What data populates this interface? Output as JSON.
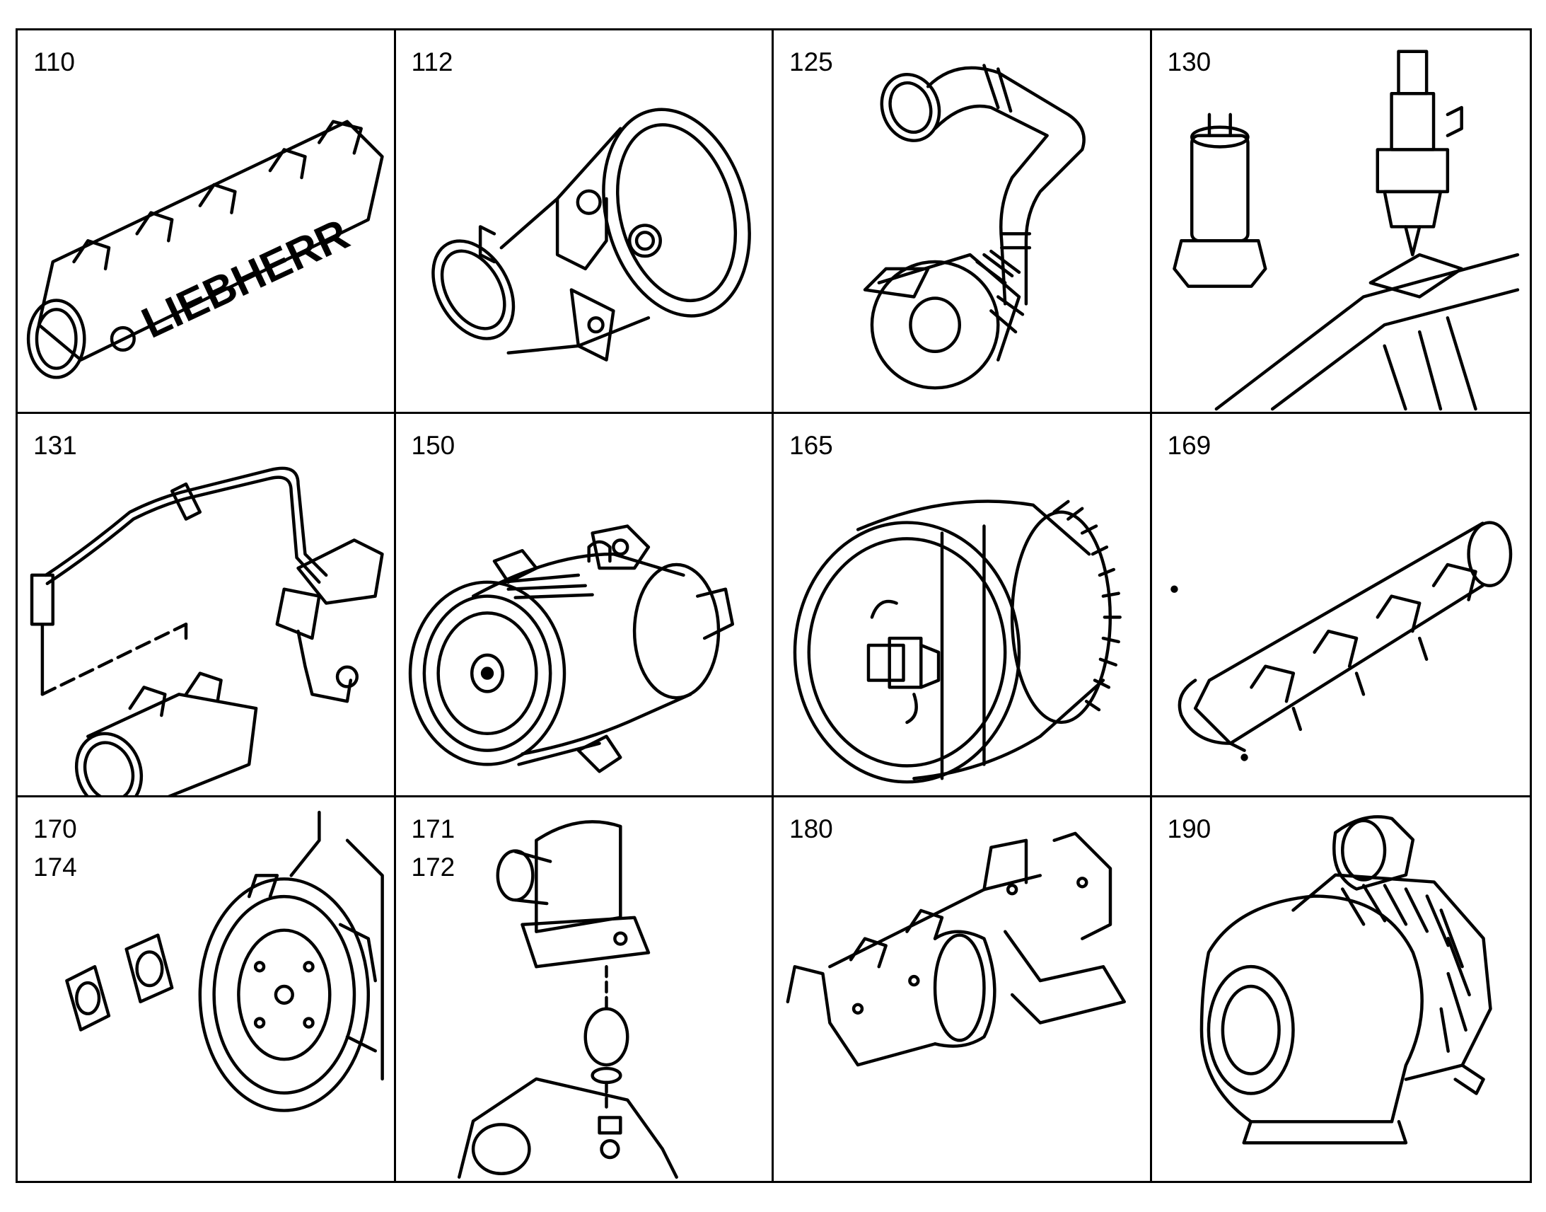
{
  "cells": [
    {
      "label": "110",
      "icon": "intake-manifold-icon"
    },
    {
      "label": "112",
      "icon": "intake-elbow-icon"
    },
    {
      "label": "125",
      "icon": "water-pump-hose-icon"
    },
    {
      "label": "130",
      "icon": "heater-plug-icon"
    },
    {
      "label": "131",
      "icon": "heater-line-icon"
    },
    {
      "label": "150",
      "icon": "ac-compressor-icon"
    },
    {
      "label": "165",
      "icon": "fan-clutch-icon"
    },
    {
      "label": "169",
      "icon": "exhaust-manifold-icon"
    },
    {
      "label": "170\n174",
      "icon": "flywheel-housing-icon"
    },
    {
      "label": "171\n172",
      "icon": "thermostat-housing-icon"
    },
    {
      "label": "180",
      "icon": "exhaust-elbow-icon"
    },
    {
      "label": "190",
      "icon": "turbocharger-icon"
    }
  ],
  "logo_text": "LIEBHERR"
}
